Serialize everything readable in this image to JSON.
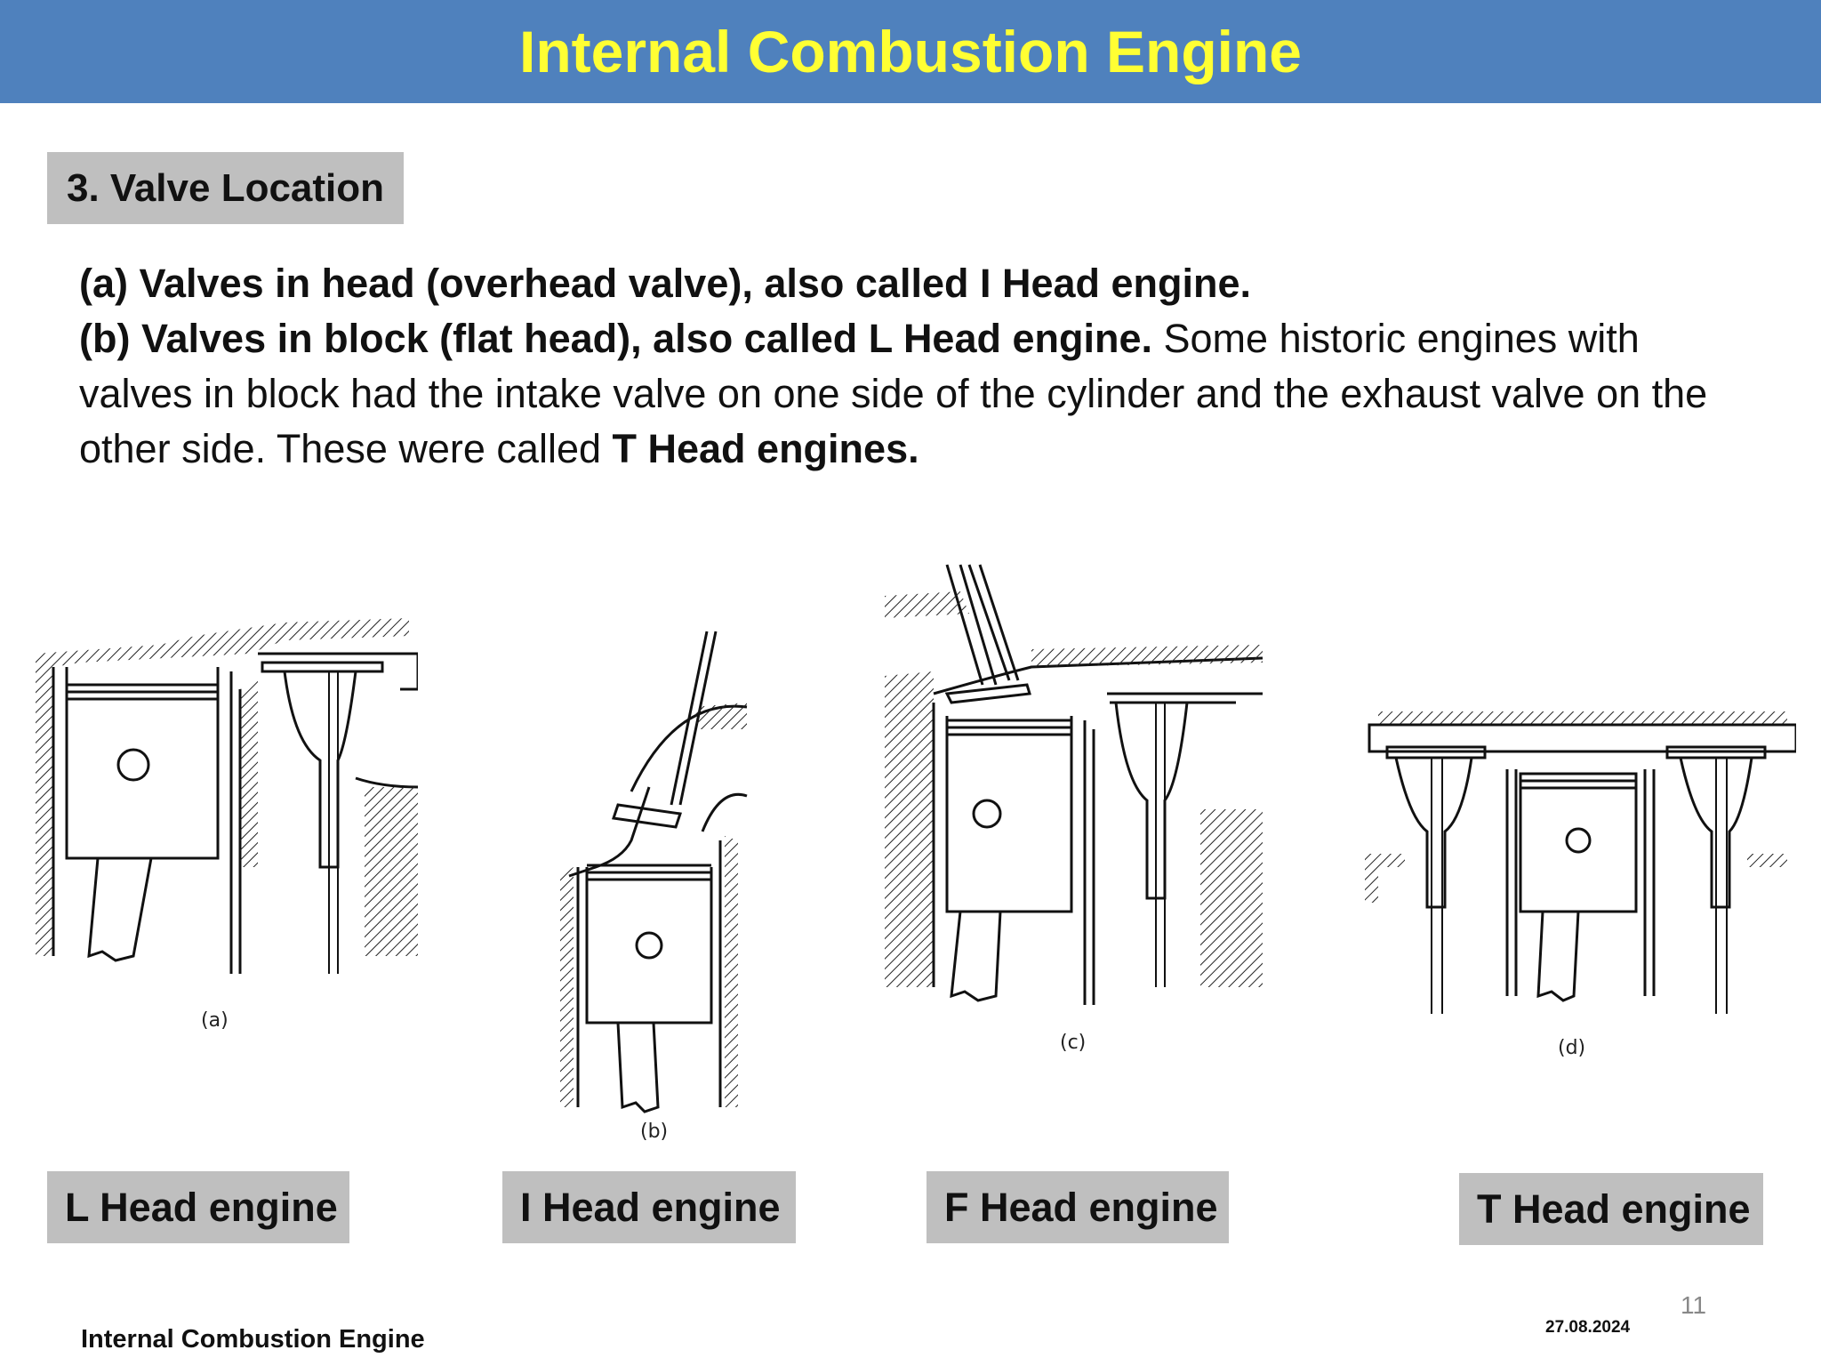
{
  "header": {
    "title": "Internal Combustion Engine"
  },
  "section": {
    "heading": "3. Valve Location"
  },
  "body": {
    "line_a": "(a) Valves in head (overhead valve), also called I Head engine.",
    "line_b_bold": "(b) Valves in block (flat head), also called L Head engine.",
    "line_b_rest": " Some historic engines with valves in block had the intake valve on one side of the cylinder and the exhaust valve on the other side. These were called ",
    "line_b_end_bold": "T Head engines."
  },
  "figures": [
    {
      "label": "(a)",
      "caption": "L Head engine"
    },
    {
      "label": "(b)",
      "caption": "I Head engine"
    },
    {
      "label": "(c)",
      "caption": "F Head engine"
    },
    {
      "label": "(d)",
      "caption": "T Head engine"
    }
  ],
  "footer": {
    "page_number": "11",
    "date": "27.08.2024",
    "title": "Internal Combustion Engine"
  },
  "colors": {
    "title_bar": "#4f81bd",
    "title_text": "#ffff33",
    "label_box": "#bfbfbf"
  }
}
